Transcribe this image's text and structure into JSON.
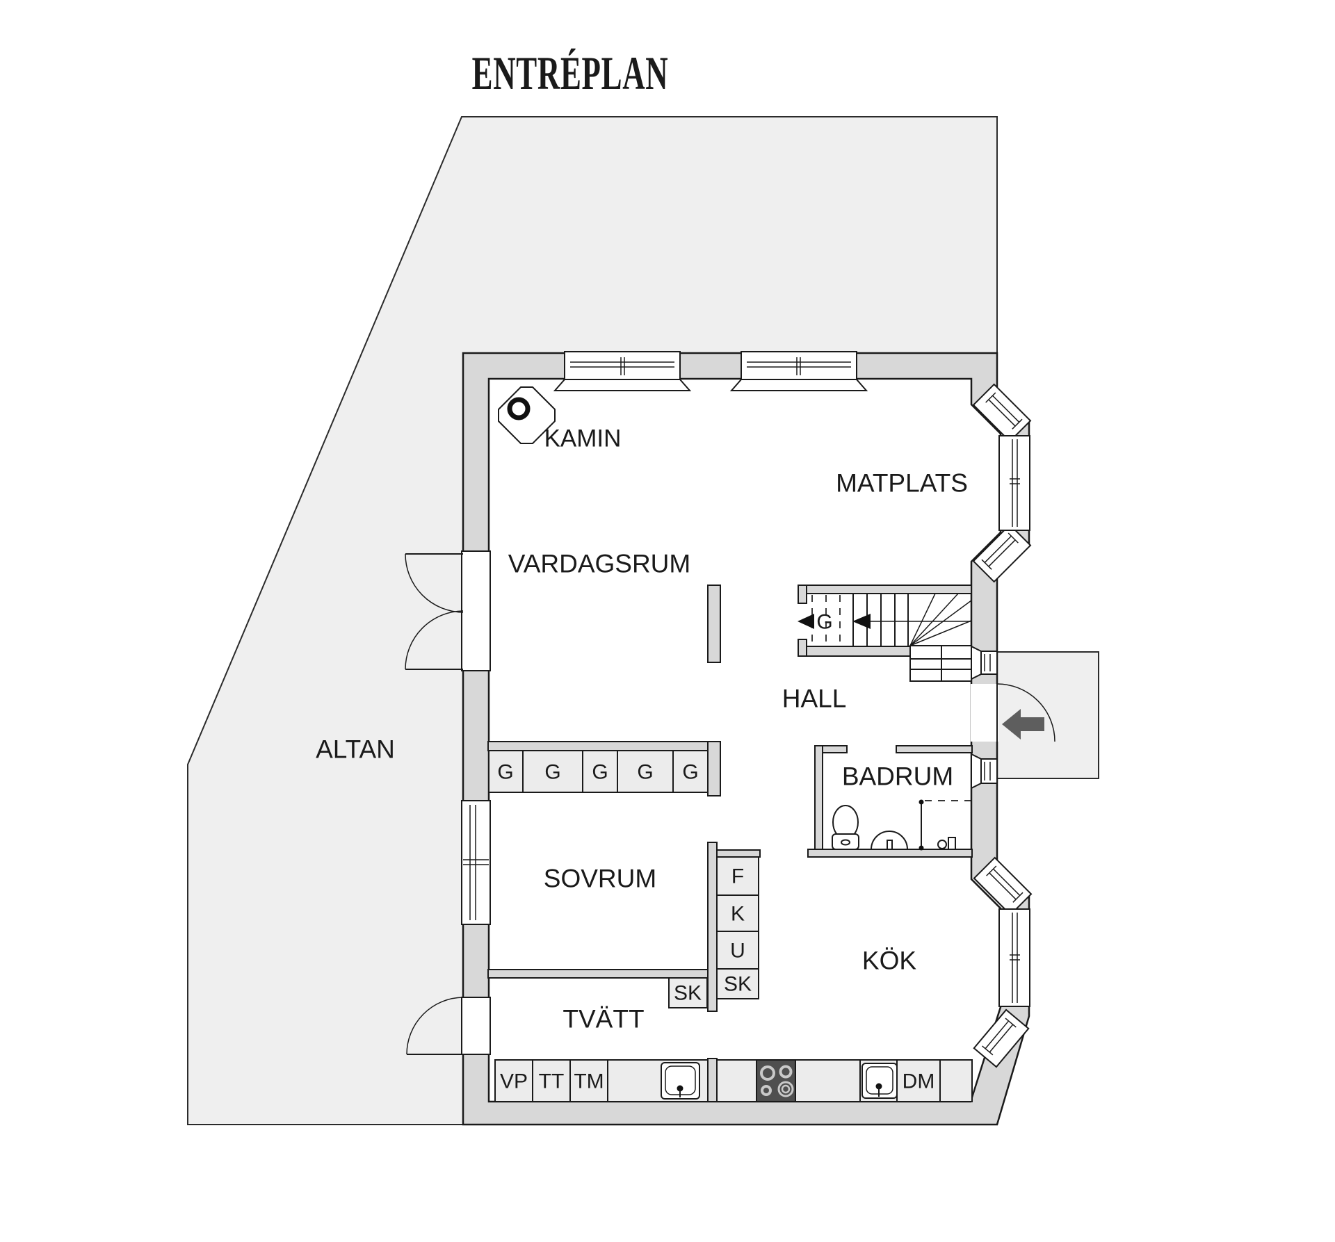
{
  "title": "ENTRÉPLAN",
  "colors": {
    "background": "#ffffff",
    "outdoor_fill": "#efefef",
    "wall_fill": "#d8d8d8",
    "line": "#1a1a1a",
    "cabinet_fill": "#ececec",
    "stove_fill": "#4f4f4f",
    "entry_arrow_fill": "#5e5e5e"
  },
  "rooms": {
    "altan": "ALTAN",
    "vardagsrum": "VARDAGSRUM",
    "matplats": "MATPLATS",
    "hall": "HALL",
    "badrum": "BADRUM",
    "sovrum": "SOVRUM",
    "kok": "KÖK",
    "tvatt": "TVÄTT"
  },
  "features": {
    "kamin": "KAMIN",
    "stair_direction": "G"
  },
  "wardrobes": {
    "g_row": [
      "G",
      "G",
      "G",
      "G",
      "G"
    ],
    "tall_units": [
      "F",
      "K",
      "U",
      "SK"
    ],
    "single": "SK"
  },
  "appliances": {
    "laundry_row": [
      "VP",
      "TT",
      "TM"
    ],
    "dishwasher": "DM"
  }
}
